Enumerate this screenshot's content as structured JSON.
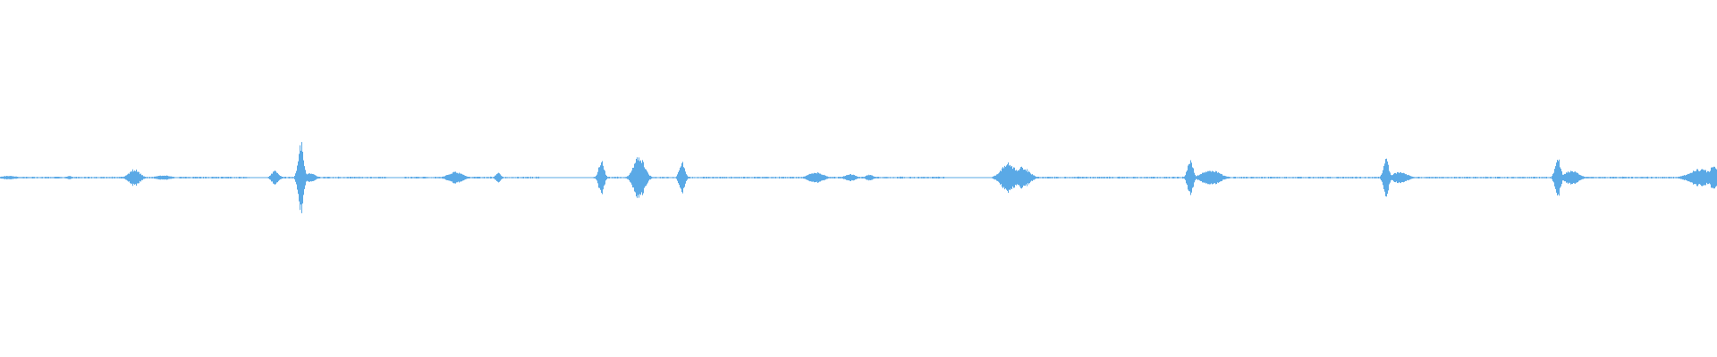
{
  "waveform": {
    "color": "#5aa9e6",
    "background": "#ffffff",
    "baseline_amplitude": 0.02,
    "peaks": [
      {
        "t": 0.005,
        "amp": 0.05,
        "spread": 0.004
      },
      {
        "t": 0.04,
        "amp": 0.04,
        "spread": 0.002
      },
      {
        "t": 0.078,
        "amp": 0.22,
        "spread": 0.003
      },
      {
        "t": 0.095,
        "amp": 0.06,
        "spread": 0.004
      },
      {
        "t": 0.16,
        "amp": 0.18,
        "spread": 0.002
      },
      {
        "t": 0.175,
        "amp": 0.95,
        "spread": 0.0015
      },
      {
        "t": 0.18,
        "amp": 0.12,
        "spread": 0.003
      },
      {
        "t": 0.265,
        "amp": 0.15,
        "spread": 0.004
      },
      {
        "t": 0.29,
        "amp": 0.12,
        "spread": 0.0015
      },
      {
        "t": 0.35,
        "amp": 0.45,
        "spread": 0.0015
      },
      {
        "t": 0.372,
        "amp": 0.55,
        "spread": 0.003
      },
      {
        "t": 0.397,
        "amp": 0.42,
        "spread": 0.0015
      },
      {
        "t": 0.475,
        "amp": 0.14,
        "spread": 0.004
      },
      {
        "t": 0.495,
        "amp": 0.09,
        "spread": 0.003
      },
      {
        "t": 0.506,
        "amp": 0.08,
        "spread": 0.002
      },
      {
        "t": 0.587,
        "amp": 0.38,
        "spread": 0.004
      },
      {
        "t": 0.595,
        "amp": 0.28,
        "spread": 0.004
      },
      {
        "t": 0.693,
        "amp": 0.5,
        "spread": 0.0015
      },
      {
        "t": 0.705,
        "amp": 0.2,
        "spread": 0.005
      },
      {
        "t": 0.807,
        "amp": 0.5,
        "spread": 0.0015
      },
      {
        "t": 0.815,
        "amp": 0.15,
        "spread": 0.004
      },
      {
        "t": 0.907,
        "amp": 0.55,
        "spread": 0.0015
      },
      {
        "t": 0.915,
        "amp": 0.18,
        "spread": 0.004
      },
      {
        "t": 0.99,
        "amp": 0.22,
        "spread": 0.006
      },
      {
        "t": 0.998,
        "amp": 0.3,
        "spread": 0.003
      }
    ],
    "quiet_segments": [
      [
        0.145,
        0.16
      ],
      [
        0.225,
        0.235
      ],
      [
        0.315,
        0.345
      ],
      [
        0.55,
        0.585
      ]
    ]
  }
}
